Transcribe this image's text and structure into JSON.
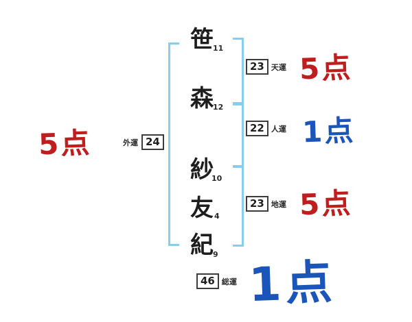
{
  "characters": [
    {
      "char": "笹",
      "strokes": "11"
    },
    {
      "char": "森",
      "strokes": "12"
    },
    {
      "char": "紗",
      "strokes": "10"
    },
    {
      "char": "友",
      "strokes": "4"
    },
    {
      "char": "紀",
      "strokes": "9"
    }
  ],
  "fortunes": {
    "outer": {
      "label": "外運",
      "value": "24",
      "score": "5点"
    },
    "heaven": {
      "label": "天運",
      "value": "23",
      "score": "5点"
    },
    "person": {
      "label": "人運",
      "value": "22",
      "score": "1点"
    },
    "earth": {
      "label": "地運",
      "value": "23",
      "score": "5点"
    },
    "total": {
      "label": "総運",
      "value": "46",
      "score": "1点"
    }
  },
  "colors": {
    "score_good": "#bf1e1e",
    "score_bad": "#1c55b9",
    "bracket": "#87ceec",
    "box_border": "#3c3c3c"
  }
}
